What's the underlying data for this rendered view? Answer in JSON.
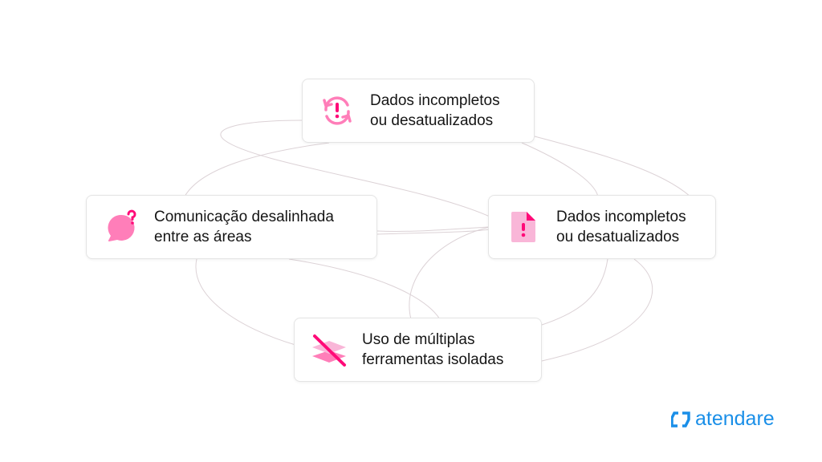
{
  "cards": [
    {
      "line1": "Dados incompletos",
      "line2": "ou desatualizados",
      "icon": "refresh-alert-icon"
    },
    {
      "line1": "Comunicação desalinhada",
      "line2": "entre as áreas",
      "icon": "chat-question-icon"
    },
    {
      "line1": "Dados incompletos",
      "line2": "ou desatualizados",
      "icon": "file-alert-icon"
    },
    {
      "line1": "Uso de múltiplas",
      "line2": "ferramentas isoladas",
      "icon": "layers-off-icon"
    }
  ],
  "logo": {
    "text": "atendare"
  },
  "colors": {
    "pink": "#ff7eb9",
    "pink_dark": "#ff0a78",
    "pink_light": "#f9b6d8",
    "brand": "#1a8fe8",
    "line": "#d9cfd4"
  }
}
